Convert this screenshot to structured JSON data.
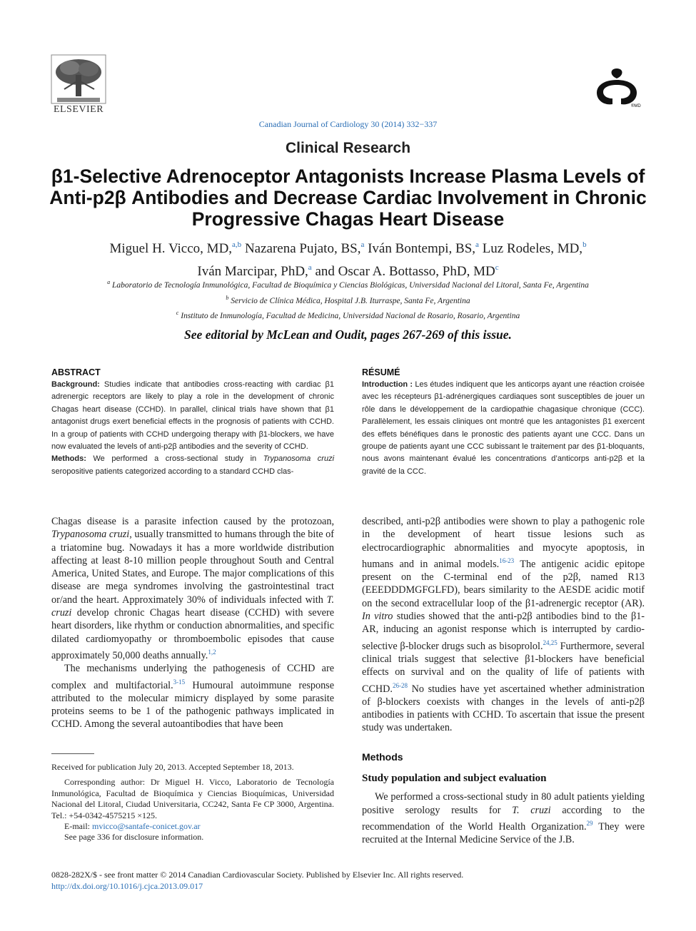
{
  "publisher": {
    "name": "ELSEVIER"
  },
  "journal": {
    "citation": "Canadian Journal of Cardiology 30 (2014) 332−337"
  },
  "section": "Clinical Research",
  "title": "β1-Selective Adrenoceptor Antagonists Increase Plasma Levels of Anti-p2β Antibodies and Decrease Cardiac Involvement in Chronic Progressive Chagas Heart Disease",
  "authors": [
    {
      "name": "Miguel H. Vicco, MD,",
      "aff": "a,b"
    },
    {
      "name": "Nazarena Pujato, BS,",
      "aff": "a"
    },
    {
      "name": "Iván Bontempi, BS,",
      "aff": "a"
    },
    {
      "name": "Luz Rodeles, MD,",
      "aff": "b"
    },
    {
      "name": "Iván Marcipar, PhD,",
      "aff": "a"
    },
    {
      "name": "and Oscar A. Bottasso, PhD, MD",
      "aff": "c"
    }
  ],
  "affiliations": [
    {
      "key": "a",
      "text": "Laboratorio de Tecnología Inmunológica, Facultad de Bioquímica y Ciencias Biológicas, Universidad Nacional del Litoral, Santa Fe, Argentina"
    },
    {
      "key": "b",
      "text": "Servicio de Clínica Médica, Hospital J.B. Iturraspe, Santa Fe, Argentina"
    },
    {
      "key": "c",
      "text": "Instituto de Inmunología, Facultad de Medicina, Universidad Nacional de Rosario, Rosario, Argentina"
    }
  ],
  "editorial_note": "See editorial by McLean and Oudit, pages 267-269 of this issue.",
  "abstract": {
    "heading": "ABSTRACT",
    "background_label": "Background:",
    "background": "Studies indicate that antibodies cross-reacting with cardiac β1 adrenergic receptors are likely to play a role in the development of chronic Chagas heart disease (CCHD). In parallel, clinical trials have shown that β1 antagonist drugs exert beneficial effects in the prognosis of patients with CCHD. In a group of patients with CCHD undergoing therapy with β1-blockers, we have now evaluated the levels of anti-p2β antibodies and the severity of CCHD.",
    "methods_label": "Methods:",
    "methods_pre": "We performed a cross-sectional study in",
    "methods_species": "Trypanosoma cruzi",
    "methods_post": "seropositive patients categorized according to a standard CCHD clas-"
  },
  "resume": {
    "heading": "RÉSUMÉ",
    "intro_label": "Introduction :",
    "intro": "Les études indiquent que les anticorps ayant une réaction croisée avec les récepteurs β1-adrénergiques cardiaques sont susceptibles de jouer un rôle dans le développement de la cardiopathie chagasique chronique (CCC). Parallèlement, les essais cliniques ont montré que les antagonistes β1 exercent des effets bénéfiques dans le pronostic des patients ayant une CCC. Dans un groupe de patients ayant une CCC subissant le traitement par des β1-bloquants, nous avons maintenant évalué les concentrations d’anticorps anti-p2β et la gravité de la CCC."
  },
  "body_left": {
    "p1_a": "Chagas disease is a parasite infection caused by the protozoan,",
    "p1_species": "Trypanosoma cruzi",
    "p1_b": ", usually transmitted to humans through the bite of a triatomine bug. Nowadays it has a more worldwide distribution affecting at least 8-10 million people throughout South and Central America, United States, and Europe. The major complications of this disease are mega syndromes involving the gastrointestinal tract or/and the heart. Approximately 30% of individuals infected with",
    "p1_species2": "T. cruzi",
    "p1_c": "develop chronic Chagas heart disease (CCHD) with severe heart disorders, like rhythm or conduction abnormalities, and specific dilated cardiomyopathy or thromboembolic episodes that cause approximately 50,000 deaths annually.",
    "p1_ref": "1,2",
    "p2_a": "The mechanisms underlying the pathogenesis of CCHD are complex and multifactorial.",
    "p2_ref": "3-15",
    "p2_b": "Humoural autoimmune response attributed to the molecular mimicry displayed by some parasite proteins seems to be 1 of the pathogenic pathways implicated in CCHD. Among the several autoantibodies that have been"
  },
  "body_right": {
    "p1_a": "described, anti-p2β antibodies were shown to play a pathogenic role in the development of heart tissue lesions such as electrocardiographic abnormalities and myocyte apoptosis, in humans and in animal models.",
    "p1_ref1": "16-23",
    "p1_b": "The antigenic acidic epitope present on the C-terminal end of the p2β, named R13 (EEEDDDMGFGLFD), bears similarity to the AESDE acidic motif on the second extracellular loop of the β1-adrenergic receptor (AR).",
    "p1_invitro": "In vitro",
    "p1_c": "studies showed that the anti-p2β antibodies bind to the β1-AR, inducing an agonist response which is interrupted by cardio-selective β-blocker drugs such as bisoprolol.",
    "p1_ref2": "24,25",
    "p1_d": "Furthermore, several clinical trials suggest that selective β1-blockers have beneficial effects on survival and on the quality of life of patients with CCHD.",
    "p1_ref3": "26-28",
    "p1_e": "No studies have yet ascertained whether administration of β-blockers coexists with changes in the levels of anti-p2β antibodies in patients with CCHD. To ascertain that issue the present study was undertaken.",
    "methods_heading": "Methods",
    "subheading": "Study population and subject evaluation",
    "p2_a": "We performed a cross-sectional study in 80 adult patients yielding positive serology results for",
    "p2_species": "T. cruzi",
    "p2_b": "according to the recommendation of the World Health Organization.",
    "p2_ref": "29",
    "p2_c": "They were recruited at the Internal Medicine Service of the J.B."
  },
  "footnotes": {
    "received": "Received for publication July 20, 2013. Accepted September 18, 2013.",
    "corresponding": "Corresponding author: Dr Miguel H. Vicco, Laboratorio de Tecnología Inmunológica, Facultad de Bioquímica y Ciencias Bioquímicas, Universidad Nacional del Litoral, Ciudad Universitaria, CC242, Santa Fe CP 3000, Argentina. Tel.: +54-0342-4575215 ×125.",
    "email_label": "E-mail:",
    "email": "mvicco@santafe-conicet.gov.ar",
    "disclosure": "See page 336 for disclosure information."
  },
  "copyright": {
    "line": "0828-282X/$ - see front matter © 2014 Canadian Cardiovascular Society. Published by Elsevier Inc. All rights reserved.",
    "doi": "http://dx.doi.org/10.1016/j.cjca.2013.09.017"
  },
  "colors": {
    "link": "#2a6eb5",
    "text": "#222222"
  }
}
